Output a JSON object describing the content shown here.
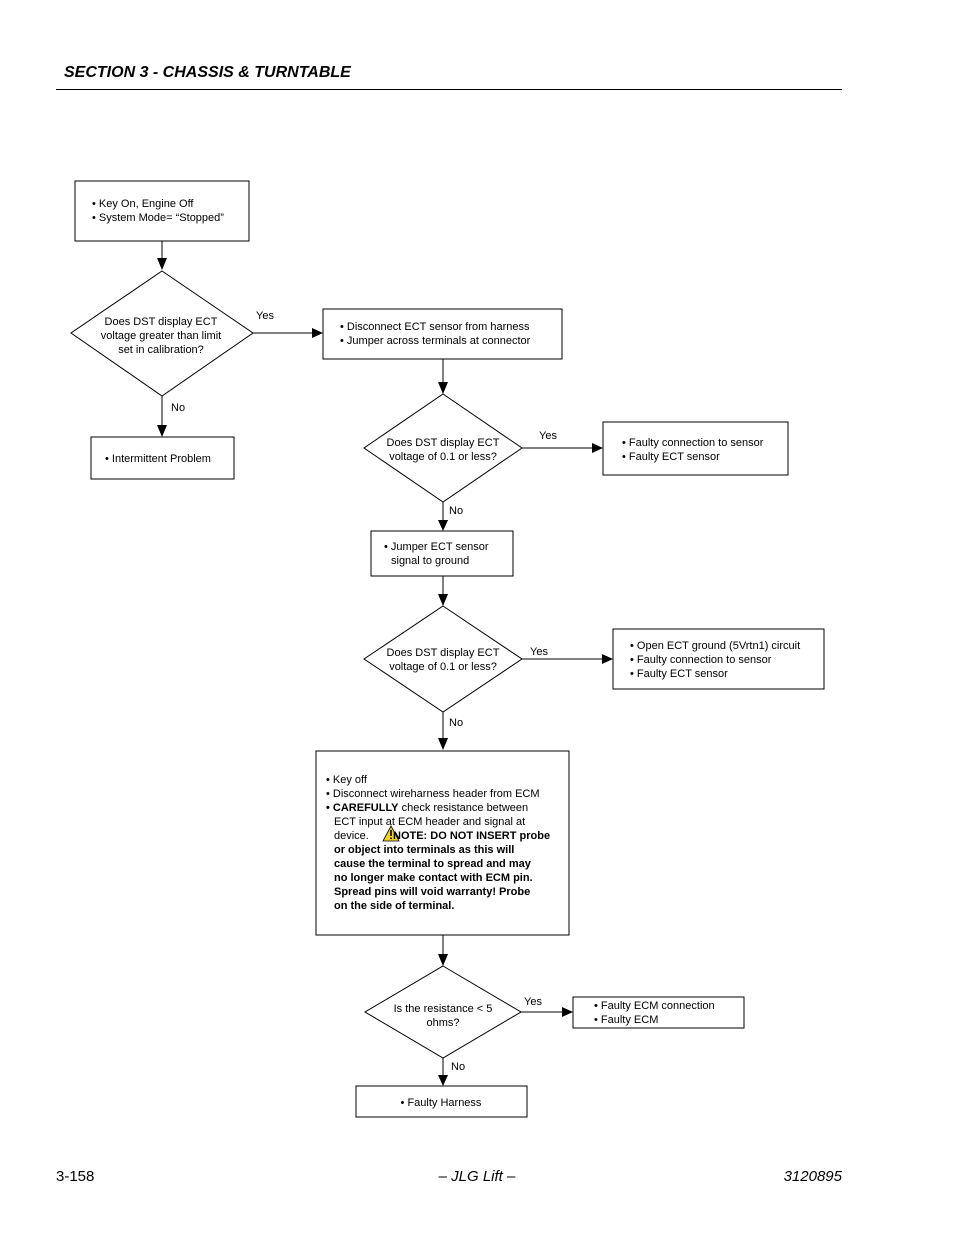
{
  "header": {
    "section_title": "SECTION 3 - CHASSIS & TURNTABLE"
  },
  "footer": {
    "page_number": "3-158",
    "center": "– JLG Lift –",
    "doc_number": "3120895"
  },
  "flowchart": {
    "start": {
      "lines": [
        "• Key On, Engine Off",
        "• System Mode= “Stopped”"
      ]
    },
    "decision1": {
      "lines": [
        "Does DST display ECT",
        "voltage greater than limit",
        "set in calibration?"
      ]
    },
    "yes1": "Yes",
    "no1": "No",
    "intermittent": {
      "lines": [
        "• Intermittent Problem"
      ]
    },
    "disconnect": {
      "lines": [
        "• Disconnect ECT sensor from harness",
        "• Jumper across terminals at connector"
      ]
    },
    "decision2": {
      "lines": [
        "Does DST display ECT",
        "voltage of 0.1 or less?"
      ]
    },
    "yes2": "Yes",
    "no2": "No",
    "faulty1": {
      "lines": [
        "• Faulty connection to sensor",
        "• Faulty ECT sensor"
      ]
    },
    "jumper": {
      "lines": [
        "• Jumper ECT sensor",
        "signal to ground"
      ]
    },
    "decision3": {
      "lines": [
        "Does DST display ECT",
        "voltage of 0.1 or less?"
      ]
    },
    "yes3": "Yes",
    "no3": "No",
    "faulty2": {
      "lines": [
        "• Open ECT ground (5Vrtn1) circuit",
        "• Faulty connection to sensor",
        "• Faulty ECT sensor"
      ]
    },
    "keyoff": {
      "line1": "• Key off",
      "line2": "• Disconnect wireharness header from ECM",
      "line3_bullet": "• ",
      "line3_bold": "CAREFULLY",
      "line3_rest": " check resistance between",
      "line4": "ECT input at ECM header and signal at",
      "line5_text": "device.",
      "line5_bold": "NOTE: DO NOT INSERT probe",
      "bold_lines": [
        "or object into terminals as this will",
        "cause the terminal to spread and may",
        "no longer make contact with ECM pin.",
        "Spread pins will void warranty!  Probe",
        "on the side of terminal."
      ]
    },
    "decision4": {
      "lines": [
        "Is the resistance < 5",
        "ohms?"
      ]
    },
    "yes4": "Yes",
    "no4": "No",
    "faulty_ecm": {
      "lines": [
        "• Faulty ECM connection",
        "• Faulty ECM"
      ]
    },
    "faulty_harness": {
      "lines": [
        "• Faulty Harness"
      ]
    }
  }
}
